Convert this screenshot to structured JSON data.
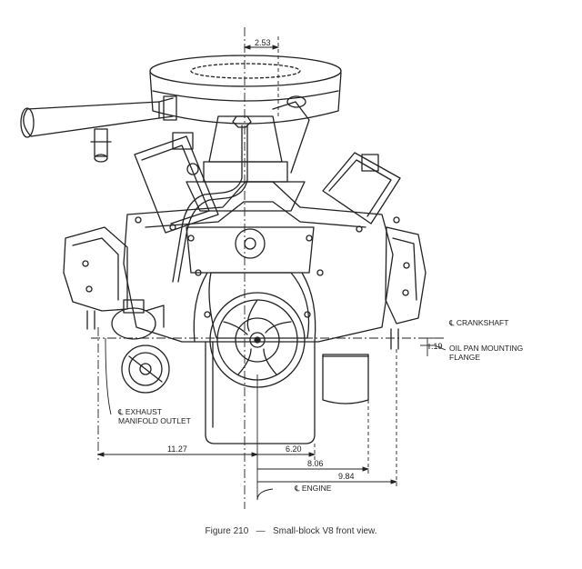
{
  "dimensions": {
    "top": "2.53",
    "d1": "11.27",
    "d2": "6.20",
    "d3": "8.06",
    "d4": "9.84",
    "d5": ".19"
  },
  "labels": {
    "crankshaft": "℄ CRANKSHAFT",
    "oilpan_line1": "OIL PAN MOUNTING",
    "oilpan_line2": "FLANGE",
    "exhaust_line1": "℄ EXHAUST",
    "exhaust_line2": "MANIFOLD OUTLET",
    "engine": "℄ ENGINE"
  },
  "caption": {
    "figure": "Figure 210",
    "separator": "—",
    "text": "Small-block V8 front view."
  }
}
